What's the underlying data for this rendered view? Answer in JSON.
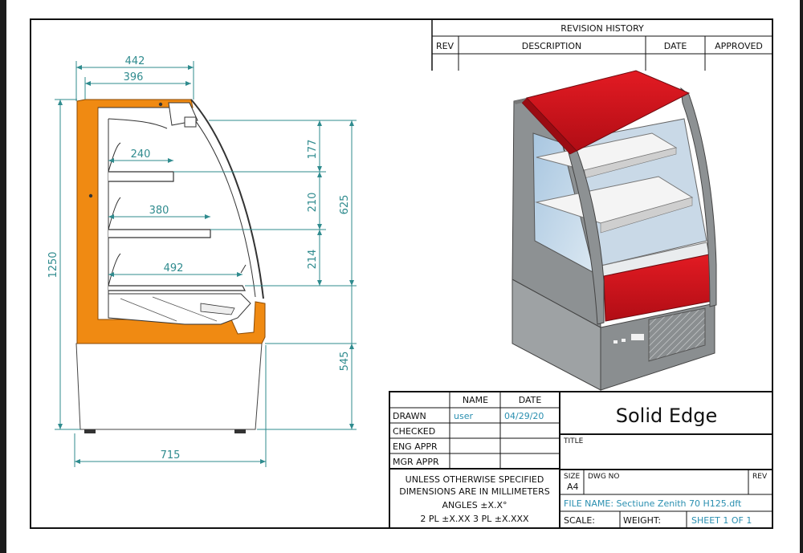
{
  "revision_history": {
    "title": "REVISION HISTORY",
    "columns": [
      "REV",
      "DESCRIPTION",
      "DATE",
      "APPROVED"
    ]
  },
  "dimensions": {
    "width_top_outer": "442",
    "width_top_inner": "396",
    "shelf_1": "240",
    "shelf_2": "380",
    "shelf_3": "492",
    "spacing_1": "177",
    "spacing_2": "210",
    "spacing_3": "214",
    "open_height": "625",
    "base_height": "545",
    "total_height": "1250",
    "total_depth": "715"
  },
  "title_block": {
    "header_name": "NAME",
    "header_date": "DATE",
    "rows": [
      {
        "label": "DRAWN",
        "name": "user",
        "date": "04/29/20"
      },
      {
        "label": "CHECKED",
        "name": "",
        "date": ""
      },
      {
        "label": "ENG APPR",
        "name": "",
        "date": ""
      },
      {
        "label": "MGR APPR",
        "name": "",
        "date": ""
      }
    ],
    "company": "Solid Edge",
    "title_label": "TITLE",
    "notes": [
      "UNLESS OTHERWISE SPECIFIED",
      "DIMENSIONS ARE IN MILLIMETERS",
      "ANGLES ±X.X°",
      "2 PL ±X.XX 3 PL ±X.XXX"
    ],
    "size_label": "SIZE",
    "size_value": "A4",
    "dwg_no_label": "DWG NO",
    "rev_label": "REV",
    "file_name": "FILE NAME: Sectiune Zenith 70 H125.dft",
    "scale_label": "SCALE:",
    "weight_label": "WEIGHT:",
    "sheet": "SHEET 1 OF 1"
  },
  "colors": {
    "accent_orange": "#f08a12",
    "dimension": "#2f8b8e",
    "cabinet_red": "#d4121d",
    "cabinet_gray": "#8c9092"
  }
}
